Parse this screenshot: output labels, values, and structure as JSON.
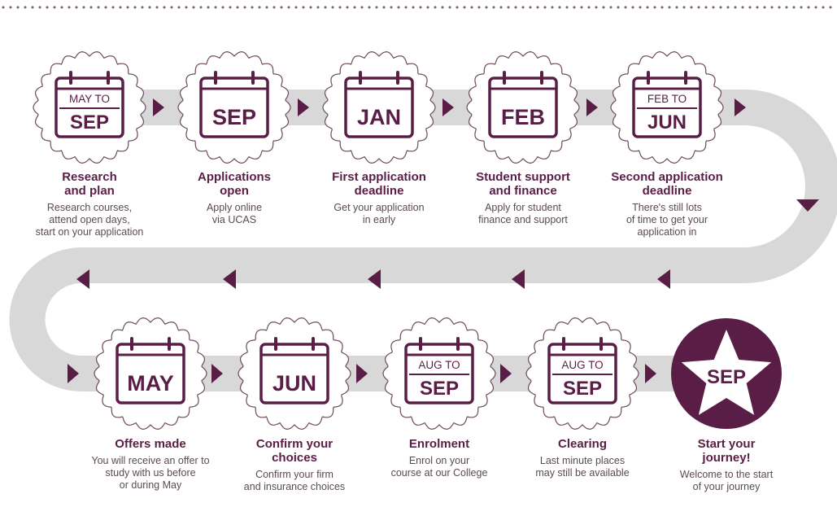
{
  "colors": {
    "plum": "#5a1e46",
    "road": "#d8d8d8",
    "dots": "#7b5a70",
    "text_grey": "#5a4a54"
  },
  "steps": [
    {
      "cal_small": "MAY TO",
      "cal_big": "SEP",
      "title": "Research\nand plan",
      "desc": "Research courses,\nattend open days,\nstart on your application"
    },
    {
      "cal_small": "",
      "cal_big": "SEP",
      "title": "Applications\nopen",
      "desc": "Apply online\nvia UCAS"
    },
    {
      "cal_small": "",
      "cal_big": "JAN",
      "title": "First application\ndeadline",
      "desc": "Get your application\nin early"
    },
    {
      "cal_small": "",
      "cal_big": "FEB",
      "title": "Student support\nand finance",
      "desc": "Apply for student\nfinance and support"
    },
    {
      "cal_small": "FEB TO",
      "cal_big": "JUN",
      "title": "Second application\ndeadline",
      "desc": "There's still lots\nof time to get your\napplication in"
    },
    {
      "cal_small": "",
      "cal_big": "MAY",
      "title": "Offers made",
      "desc": "You will receive an offer to\nstudy with us before\nor during May"
    },
    {
      "cal_small": "",
      "cal_big": "JUN",
      "title": "Confirm your\nchoices",
      "desc": "Confirm your firm\nand insurance choices"
    },
    {
      "cal_small": "AUG TO",
      "cal_big": "SEP",
      "title": "Enrolment",
      "desc": "Enrol on your\ncourse at our College"
    },
    {
      "cal_small": "AUG TO",
      "cal_big": "SEP",
      "title": "Clearing",
      "desc": "Last minute places\nmay still be available"
    },
    {
      "cal_small": "",
      "cal_big": "SEP",
      "title": "Start your\njourney!",
      "desc": "Welcome to the start\nof your journey",
      "icon": "star-icon"
    }
  ]
}
